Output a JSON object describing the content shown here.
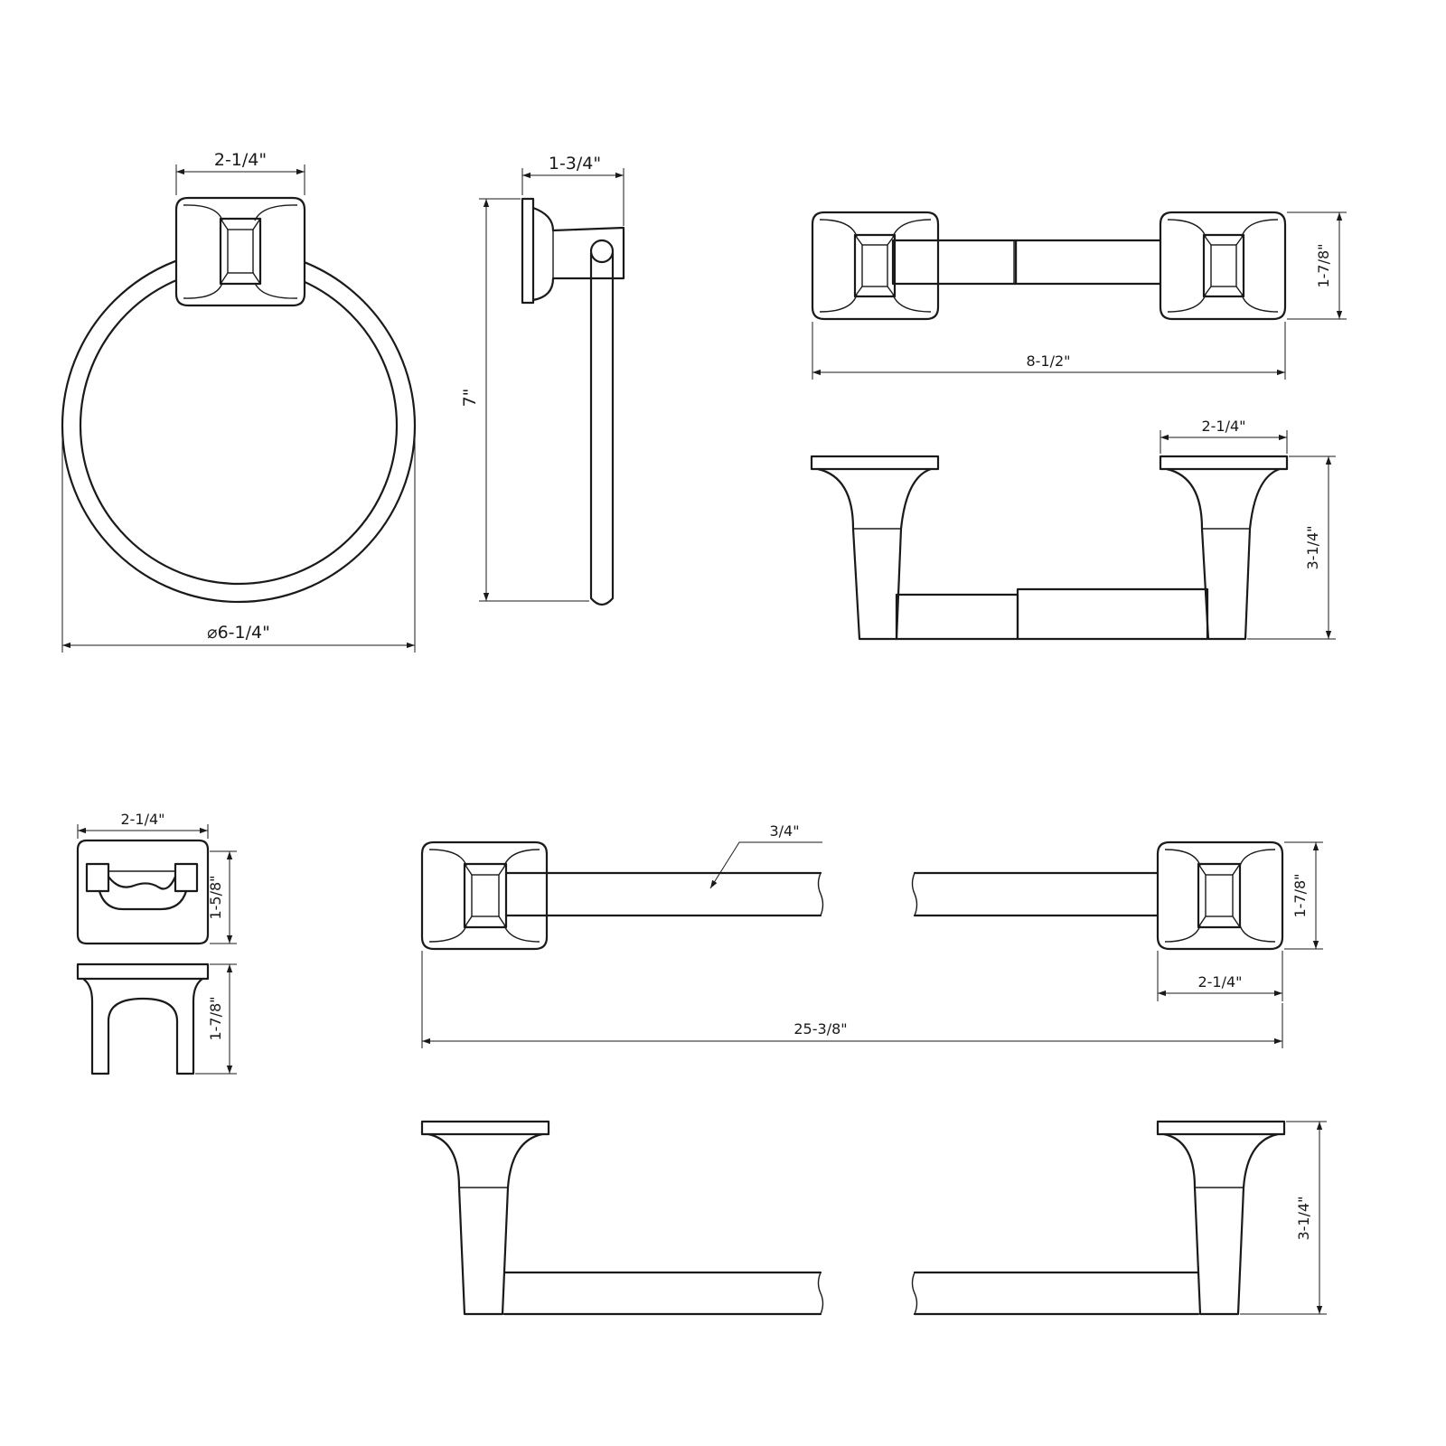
{
  "sheet": {
    "background": "#ffffff",
    "line_color": "#1a1a1a"
  },
  "towel_ring": {
    "front_mount_width": "2-1/4\"",
    "ring_diameter": "⌀6-1/4\"",
    "side_projection": "1-3/4\"",
    "side_height": "7\""
  },
  "paper_holder": {
    "height_front": "1-7/8\"",
    "overall_length": "8-1/2\"",
    "post_width": "2-1/4\"",
    "projection": "3-1/4\""
  },
  "robe_hook": {
    "front_width": "2-1/4\"",
    "front_height": "1-5/8\"",
    "side_depth": "1-7/8\""
  },
  "towel_bar": {
    "bar_diameter": "3/4\"",
    "post_height": "1-7/8\"",
    "post_width": "2-1/4\"",
    "overall_length": "25-3/8\"",
    "projection": "3-1/4\""
  }
}
